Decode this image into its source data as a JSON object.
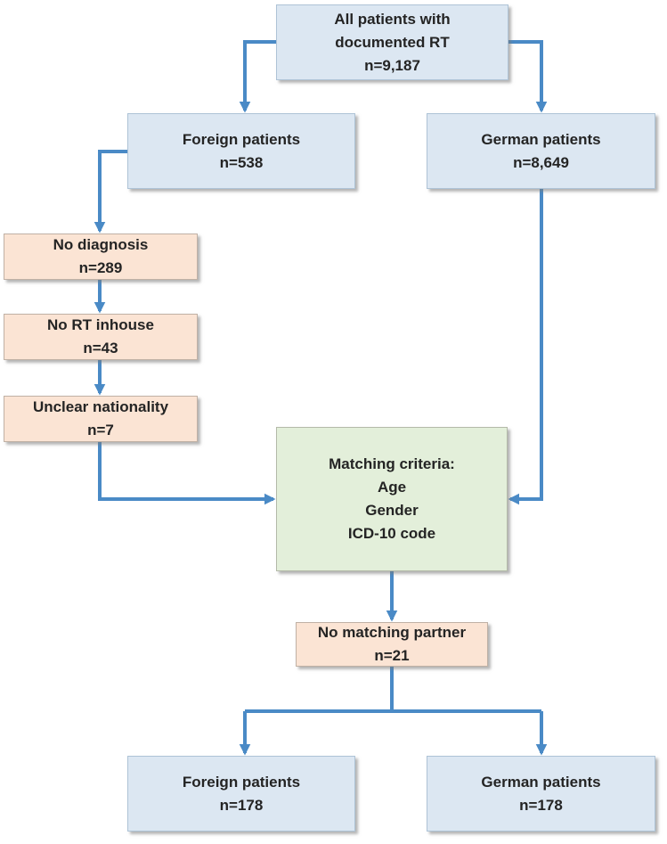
{
  "diagram": {
    "type": "flowchart",
    "colors": {
      "node_blue_fill": "#dce7f2",
      "node_blue_border": "#aec3d6",
      "node_excluded_fill": "#fbe4d4",
      "node_excluded_border": "#c0b1a5",
      "node_green_fill": "#e3efda",
      "node_green_border": "#b4baa9",
      "connector": "#4a8ac6",
      "text": "#242424"
    },
    "nodes": [
      {
        "id": "all-patients",
        "style": "blue",
        "lines": [
          "All patients with",
          "documented RT",
          "n=9,187"
        ]
      },
      {
        "id": "foreign-initial",
        "style": "blue",
        "lines": [
          "Foreign patients",
          "n=538"
        ]
      },
      {
        "id": "german-initial",
        "style": "blue",
        "lines": [
          "German patients",
          "n=8,649"
        ]
      },
      {
        "id": "no-diagnosis",
        "style": "excluded",
        "lines": [
          "No diagnosis",
          "n=289"
        ]
      },
      {
        "id": "no-rt-inhouse",
        "style": "excluded",
        "lines": [
          "No RT inhouse",
          "n=43"
        ]
      },
      {
        "id": "unclear-nationality",
        "style": "excluded",
        "lines": [
          "Unclear nationality",
          "n=7"
        ]
      },
      {
        "id": "matching-criteria",
        "style": "green",
        "lines": [
          "Matching criteria:",
          "Age",
          "Gender",
          "ICD-10 code"
        ]
      },
      {
        "id": "no-matching-partner",
        "style": "excluded",
        "lines": [
          "No matching partner",
          "n=21"
        ]
      },
      {
        "id": "foreign-final",
        "style": "blue",
        "lines": [
          "Foreign patients",
          "n=178"
        ]
      },
      {
        "id": "german-final",
        "style": "blue",
        "lines": [
          "German patients",
          "n=178"
        ]
      }
    ],
    "edges": [
      {
        "from": "all-patients",
        "to": "foreign-initial"
      },
      {
        "from": "all-patients",
        "to": "german-initial"
      },
      {
        "from": "foreign-initial",
        "to": "no-diagnosis"
      },
      {
        "from": "no-diagnosis",
        "to": "no-rt-inhouse"
      },
      {
        "from": "no-rt-inhouse",
        "to": "unclear-nationality"
      },
      {
        "from": "unclear-nationality",
        "to": "matching-criteria"
      },
      {
        "from": "german-initial",
        "to": "matching-criteria"
      },
      {
        "from": "matching-criteria",
        "to": "no-matching-partner"
      },
      {
        "from": "no-matching-partner",
        "to": "foreign-final"
      },
      {
        "from": "no-matching-partner",
        "to": "german-final"
      }
    ]
  }
}
